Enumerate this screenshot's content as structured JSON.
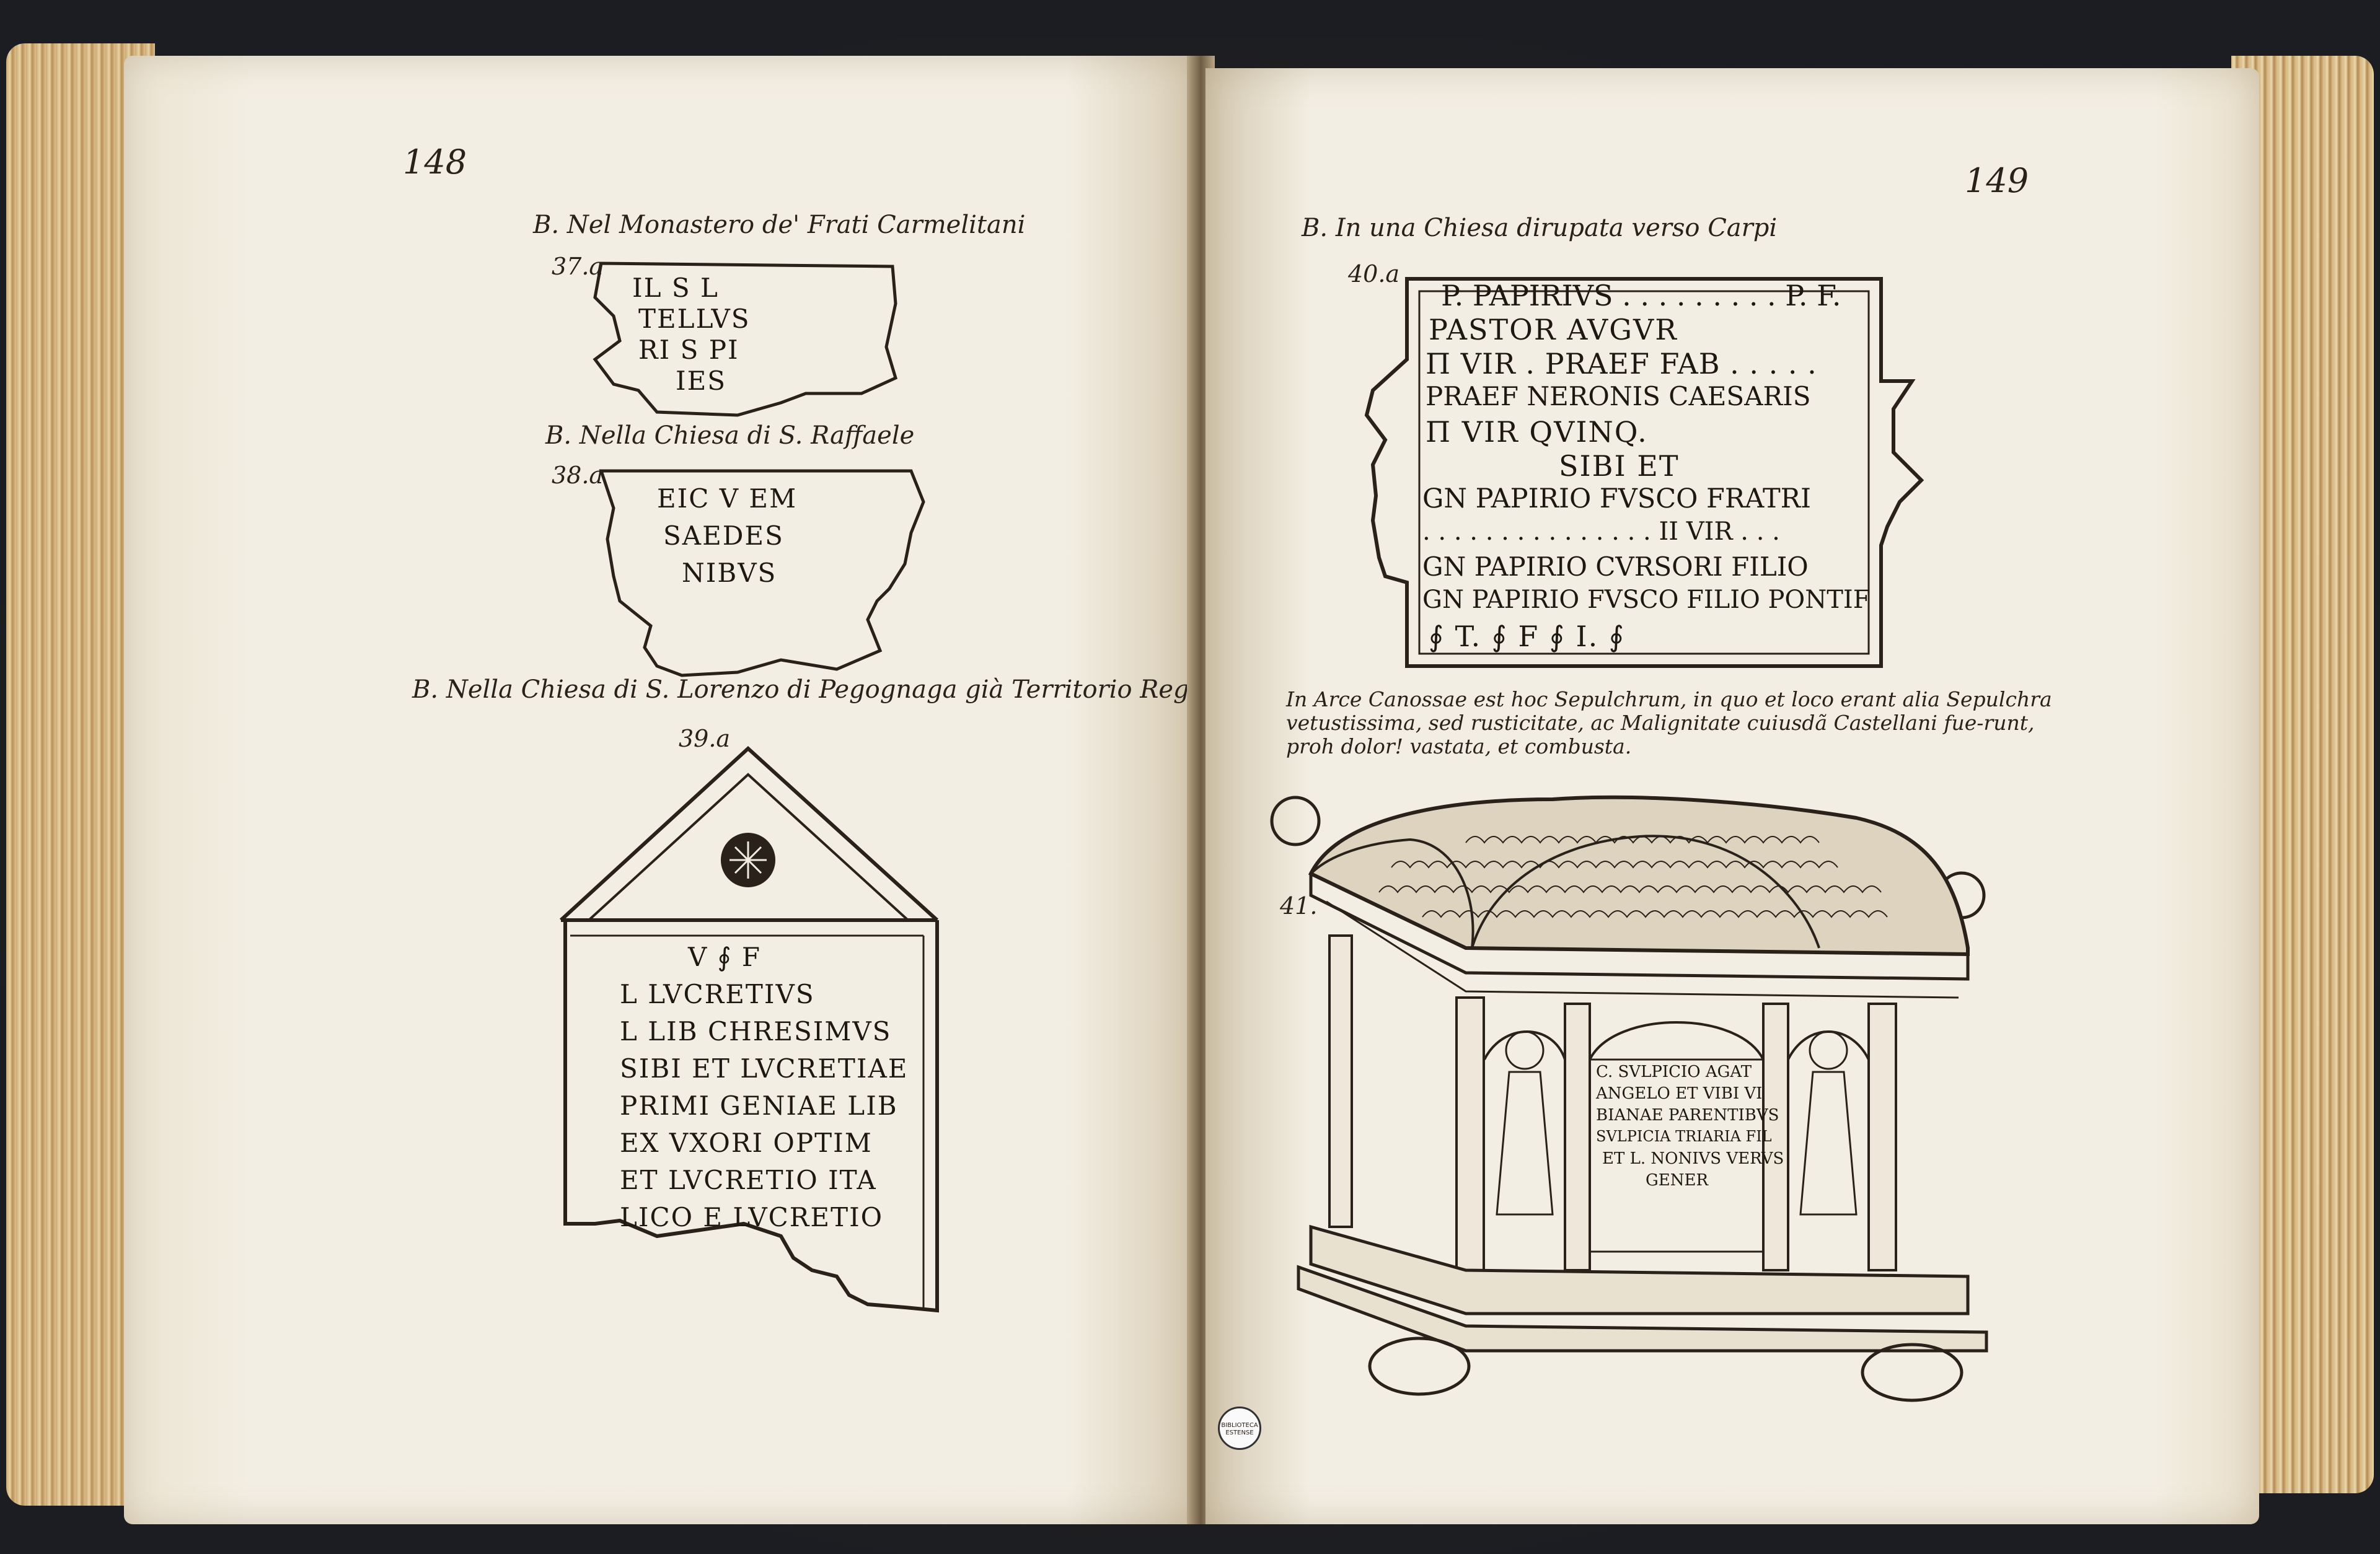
{
  "left_page": {
    "page_number": "148",
    "entry37": {
      "caption": "B. Nel Monastero de' Frati Carmelitani",
      "number": "37.a",
      "lines": [
        "IL      S  L",
        "TELLVS",
        "RI    S   PI",
        "IES"
      ]
    },
    "entry38": {
      "caption": "B. Nella Chiesa di S. Raffaele",
      "number": "38.a",
      "lines": [
        "EIC V     EM",
        "SAEDES",
        "NIBVS"
      ]
    },
    "entry39": {
      "caption": "B. Nella Chiesa di S. Lorenzo di Pegognaga già Territorio Regg.no",
      "number": "39.a",
      "lines": [
        "V ∮ F",
        "L LVCRETIVS",
        "L LIB CHRESIMVS",
        "SIBI ET LVCRETIAE",
        "PRIMI GENIAE LIB",
        "EX VXORI OPTIM",
        "ET LVCRETIO ITA",
        "LICO E LVCRETIO"
      ]
    }
  },
  "right_page": {
    "page_number": "149",
    "entry40": {
      "caption": "B. In una Chiesa dirupata verso Carpi",
      "number": "40.a",
      "lines": [
        "P. PAPIRIVS . . . . . . . . . P. F.",
        "PASTOR    AVGVR",
        "Π VIR . PRAEF FAB . . . . .",
        "PRAEF NERONIS CAESARIS",
        "Π VIR QVINQ.",
        "SIBI ET",
        "GN PAPIRIO FVSCO FRATRI",
        ". . . . . . . . . . . . . . . II VIR . . .",
        "GN PAPIRIO CVRSORI FILIO",
        "GN PAPIRIO FVSCO FILIO PONTIF",
        "∮ T. ∮ F  ∮ I.  ∮"
      ]
    },
    "note": "In Arce Canossae est hoc Sepulchrum, in quo et loco erant alia Sepulchra vetustissima, sed rusticitate, ac Malignitate cuiusdã Castellani fue-runt, proh dolor! vastata, et combusta.",
    "entry41": {
      "number": "41.",
      "lines": [
        "C. SVLPICIO AGAT",
        "ANGELO ET VIBI VI",
        "BIANAE PARENTIBVS",
        "SVLPICIA TRIARIA FIL",
        "ET L. NONIVS VERVS",
        "GENER"
      ]
    },
    "stamp": "BIBLIOTECA ESTENSE"
  }
}
